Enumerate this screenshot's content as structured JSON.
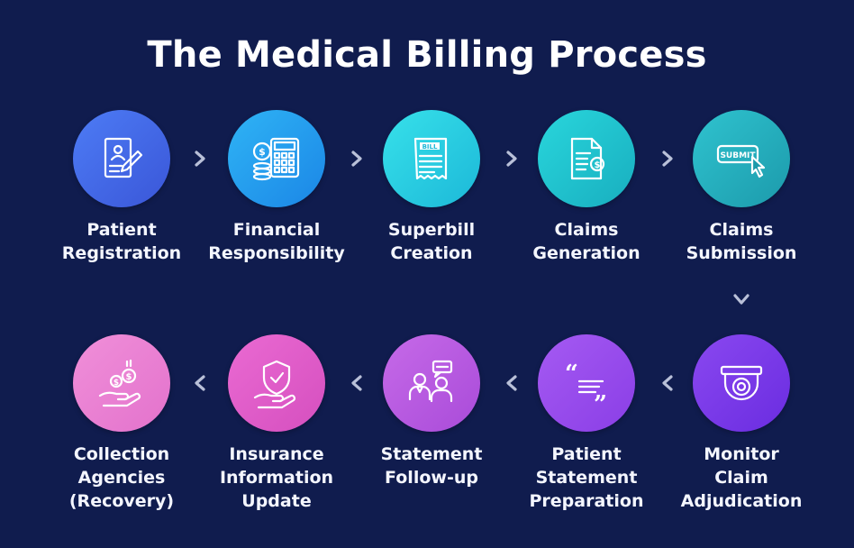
{
  "title": "The Medical Billing Process",
  "steps": [
    {
      "line1": "Patient",
      "line2": "Registration",
      "line3": "",
      "icon": "clipboard-pen-icon"
    },
    {
      "line1": "Financial",
      "line2": "Responsibility",
      "line3": "",
      "icon": "calculator-coins-icon"
    },
    {
      "line1": "Superbill",
      "line2": "Creation",
      "line3": "",
      "icon": "bill-receipt-icon"
    },
    {
      "line1": "Claims",
      "line2": "Generation",
      "line3": "",
      "icon": "document-dollar-icon"
    },
    {
      "line1": "Claims",
      "line2": "Submission",
      "line3": "",
      "icon": "submit-button-icon"
    },
    {
      "line1": "Monitor",
      "line2": "Claim",
      "line3": "Adjudication",
      "icon": "security-camera-icon"
    },
    {
      "line1": "Patient",
      "line2": "Statement",
      "line3": "Preparation",
      "icon": "quote-icon"
    },
    {
      "line1": "Statement",
      "line2": "Follow-up",
      "line3": "",
      "icon": "people-chat-icon"
    },
    {
      "line1": "Insurance",
      "line2": "Information",
      "line3": "Update",
      "icon": "shield-hand-icon"
    },
    {
      "line1": "Collection",
      "line2": "Agencies",
      "line3": "(Recovery)",
      "icon": "hand-coins-icon"
    }
  ],
  "arrow_color": "#b9c0d8"
}
